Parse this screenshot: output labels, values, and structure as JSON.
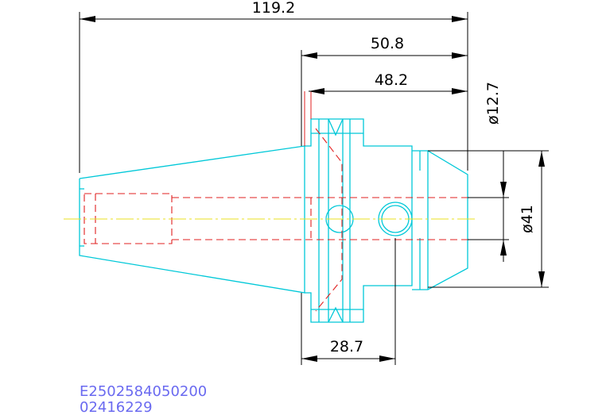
{
  "dimensions": {
    "overall_length": "119.2",
    "flange_to_end": "50.8",
    "flange_body_length": "48.2",
    "bore_diameter": "ø12.7",
    "nose_diameter": "ø41",
    "hole_position": "28.7"
  },
  "codes": {
    "part_number": "E2502584050200",
    "serial_number": "02416229"
  },
  "colors": {
    "part_outline": "#00c8d8",
    "hidden_lines": "#e02020",
    "center_line": "#e8e020",
    "dimension_lines": "#000000",
    "code_text": "#6a6af0"
  }
}
